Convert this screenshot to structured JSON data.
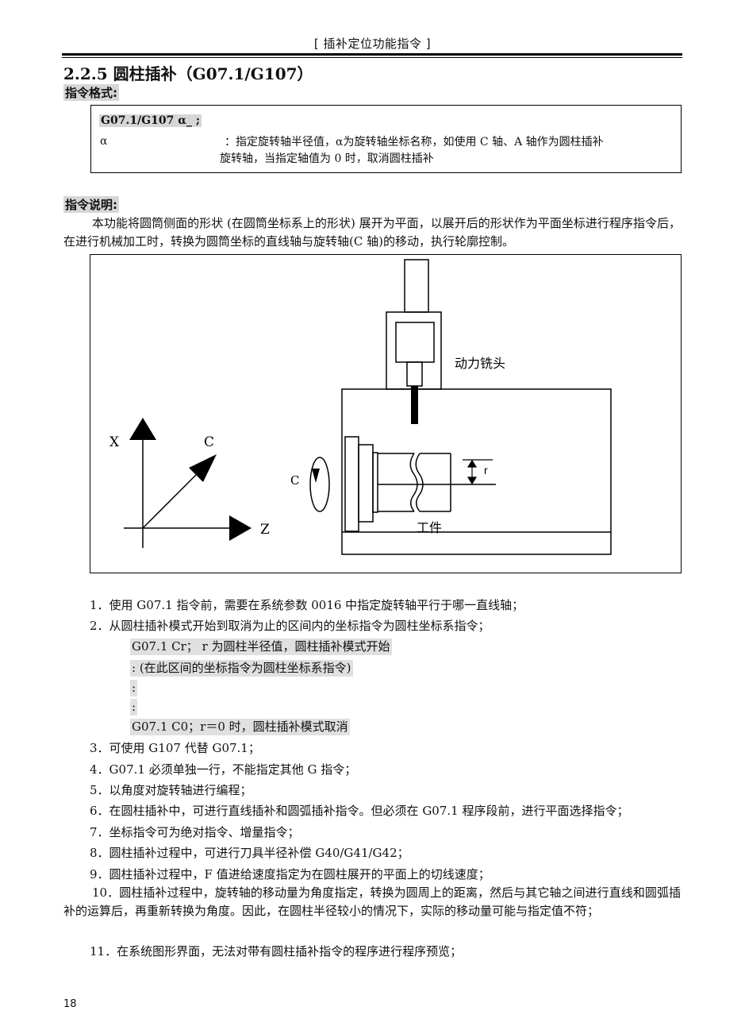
{
  "header": {
    "running_title": "[ 插补定位功能指令 ]"
  },
  "section": {
    "title": "2.2.5 圆柱插补（G07.1/G107）"
  },
  "format": {
    "label": "指令格式:",
    "command": "G07.1/G107 α_ ;",
    "alpha": "α",
    "desc_line1": "：指定旋转轴半径值，α为旋转轴坐标名称，如使用 C 轴、A 轴作为圆柱插补",
    "desc_line2": "旋转轴，当指定轴值为 0 时，取消圆柱插补"
  },
  "description": {
    "label": "指令说明:",
    "intro": "本功能将圆筒侧面的形状 (在圆筒坐标系上的形状) 展开为平面，以展开后的形状作为平面坐标进行程序指令后， 在进行机械加工时，转换为圆筒坐标的直线轴与旋转轴(C 轴)的移动，执行轮廓控制。"
  },
  "figure": {
    "milling_head_label": "动力铣头",
    "axis_x": "X",
    "axis_c": "C",
    "axis_z": "Z",
    "rotation_label": "C",
    "radius_label": "r",
    "workpiece_label": "工件"
  },
  "notes": {
    "n1": "1．使用 G07.1 指令前，需要在系统参数 0016 中指定旋转轴平行于哪一直线轴；",
    "n2": "2．从圆柱插补模式开始到取消为止的区间内的坐标指令为圆柱坐标系指令；",
    "code": [
      "G07.1 Cr；  r 为圆柱半径值，圆柱插补模式开始",
      ":  (在此区间的坐标指令为圆柱坐标系指令)",
      ":",
      ":",
      "G07.1 C0；r＝0 时，圆柱插补模式取消"
    ],
    "n3": "3．可使用 G107  代替 G07.1；",
    "n4": "4．G07.1 必须单独一行，不能指定其他 G 指令；",
    "n5": "5．以角度对旋转轴进行编程；",
    "n6": "6．在圆柱插补中，可进行直线插补和圆弧插补指令。但必须在  G07.1 程序段前，进行平面选择指令；",
    "n7": "7．坐标指令可为绝对指令、增量指令；",
    "n8": "8．圆柱插补过程中，可进行刀具半径补偿 G40/G41/G42；",
    "n9": "9．圆柱插补过程中，F 值进给速度指定为在圆柱展开的平面上的切线速度；",
    "n10": "10．圆柱插补过程中，旋转轴的移动量为角度指定，转换为圆周上的距离，然后与其它轴之间进行直线和圆弧插补的运算后，再重新转换为角度。因此，在圆柱半径较小的情况下，实际的移动量可能与指定值不符；",
    "n11": "11．在系统图形界面，无法对带有圆柱插补指令的程序进行程序预览；"
  },
  "footer": {
    "page_number": "18"
  }
}
